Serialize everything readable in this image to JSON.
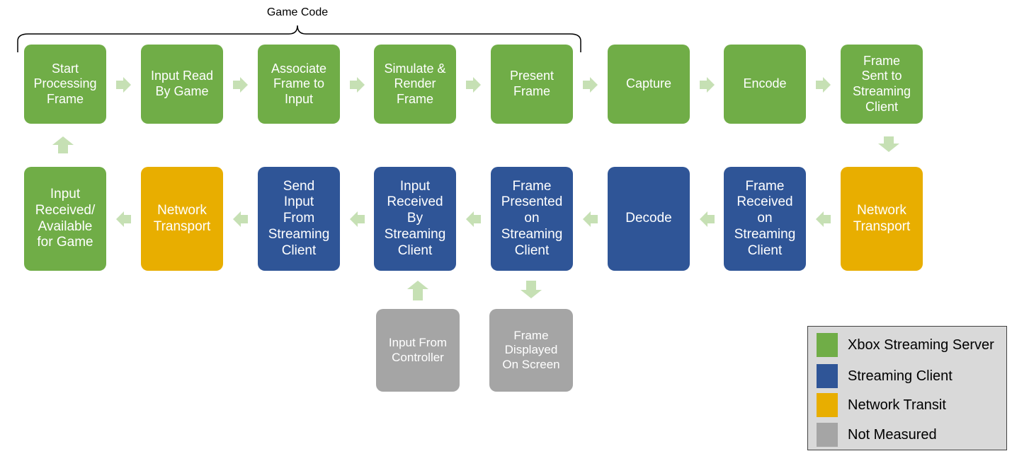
{
  "brace_label": "Game Code",
  "colors": {
    "server": "#70ad47",
    "client": "#2f5597",
    "network": "#e8ae00",
    "not_measured": "#a5a5a5",
    "arrow": "#c6e0b4"
  },
  "top_row": [
    {
      "lines": [
        "Start",
        "Processing",
        "Frame"
      ]
    },
    {
      "lines": [
        "Input Read",
        "By Game"
      ]
    },
    {
      "lines": [
        "Associate",
        "Frame to",
        "Input"
      ]
    },
    {
      "lines": [
        "Simulate &",
        "Render",
        "Frame"
      ]
    },
    {
      "lines": [
        "Present",
        "Frame"
      ]
    },
    {
      "lines": [
        "Capture"
      ]
    },
    {
      "lines": [
        "Encode"
      ]
    },
    {
      "lines": [
        "Frame",
        "Sent to",
        "Streaming",
        "Client"
      ]
    }
  ],
  "bottom_row": [
    {
      "lines": [
        "Input",
        "Received/",
        "Available",
        "for Game"
      ]
    },
    {
      "lines": [
        "Network",
        "Transport"
      ]
    },
    {
      "lines": [
        "Send",
        "Input",
        "From",
        "Streaming",
        "Client"
      ]
    },
    {
      "lines": [
        "Input",
        "Received",
        "By",
        "Streaming",
        "Client"
      ]
    },
    {
      "lines": [
        "Frame",
        "Presented",
        "on",
        "Streaming",
        "Client"
      ]
    },
    {
      "lines": [
        "Decode"
      ]
    },
    {
      "lines": [
        "Frame",
        "Received",
        "on",
        "Streaming",
        "Client"
      ]
    },
    {
      "lines": [
        "Network",
        "Transport"
      ]
    }
  ],
  "extra": [
    {
      "lines": [
        "Input From",
        "Controller"
      ]
    },
    {
      "lines": [
        "Frame",
        "Displayed",
        "On Screen"
      ]
    }
  ],
  "legend": [
    {
      "label": "Xbox Streaming Server",
      "color": "#70ad47"
    },
    {
      "label": "Streaming Client",
      "color": "#2f5597"
    },
    {
      "label": "Network Transit",
      "color": "#e8ae00"
    },
    {
      "label": "Not Measured",
      "color": "#a5a5a5"
    }
  ]
}
